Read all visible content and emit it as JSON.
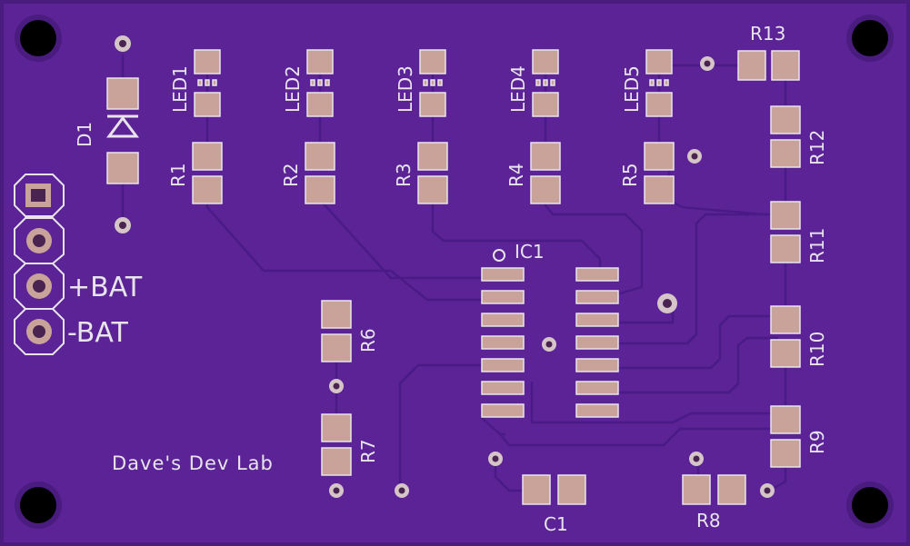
{
  "board": {
    "brand_label": "Dave's Dev Lab",
    "colors": {
      "substrate": "#5b2395",
      "substrate_edge": "#4a1c80",
      "trace": "#4a1a86",
      "pad": "#c9a39a",
      "silkscreen": "#e8e4ec",
      "hole": "#000000"
    }
  },
  "components": {
    "leds": [
      "LED1",
      "LED2",
      "LED3",
      "LED4",
      "LED5"
    ],
    "resistors": [
      "R1",
      "R2",
      "R3",
      "R4",
      "R5",
      "R6",
      "R7",
      "R8",
      "R9",
      "R10",
      "R11",
      "R12",
      "R13"
    ],
    "diode": "D1",
    "capacitor": "C1",
    "ic": "IC1"
  },
  "header": {
    "pins": [
      "",
      "",
      "+BAT",
      "-BAT"
    ]
  }
}
